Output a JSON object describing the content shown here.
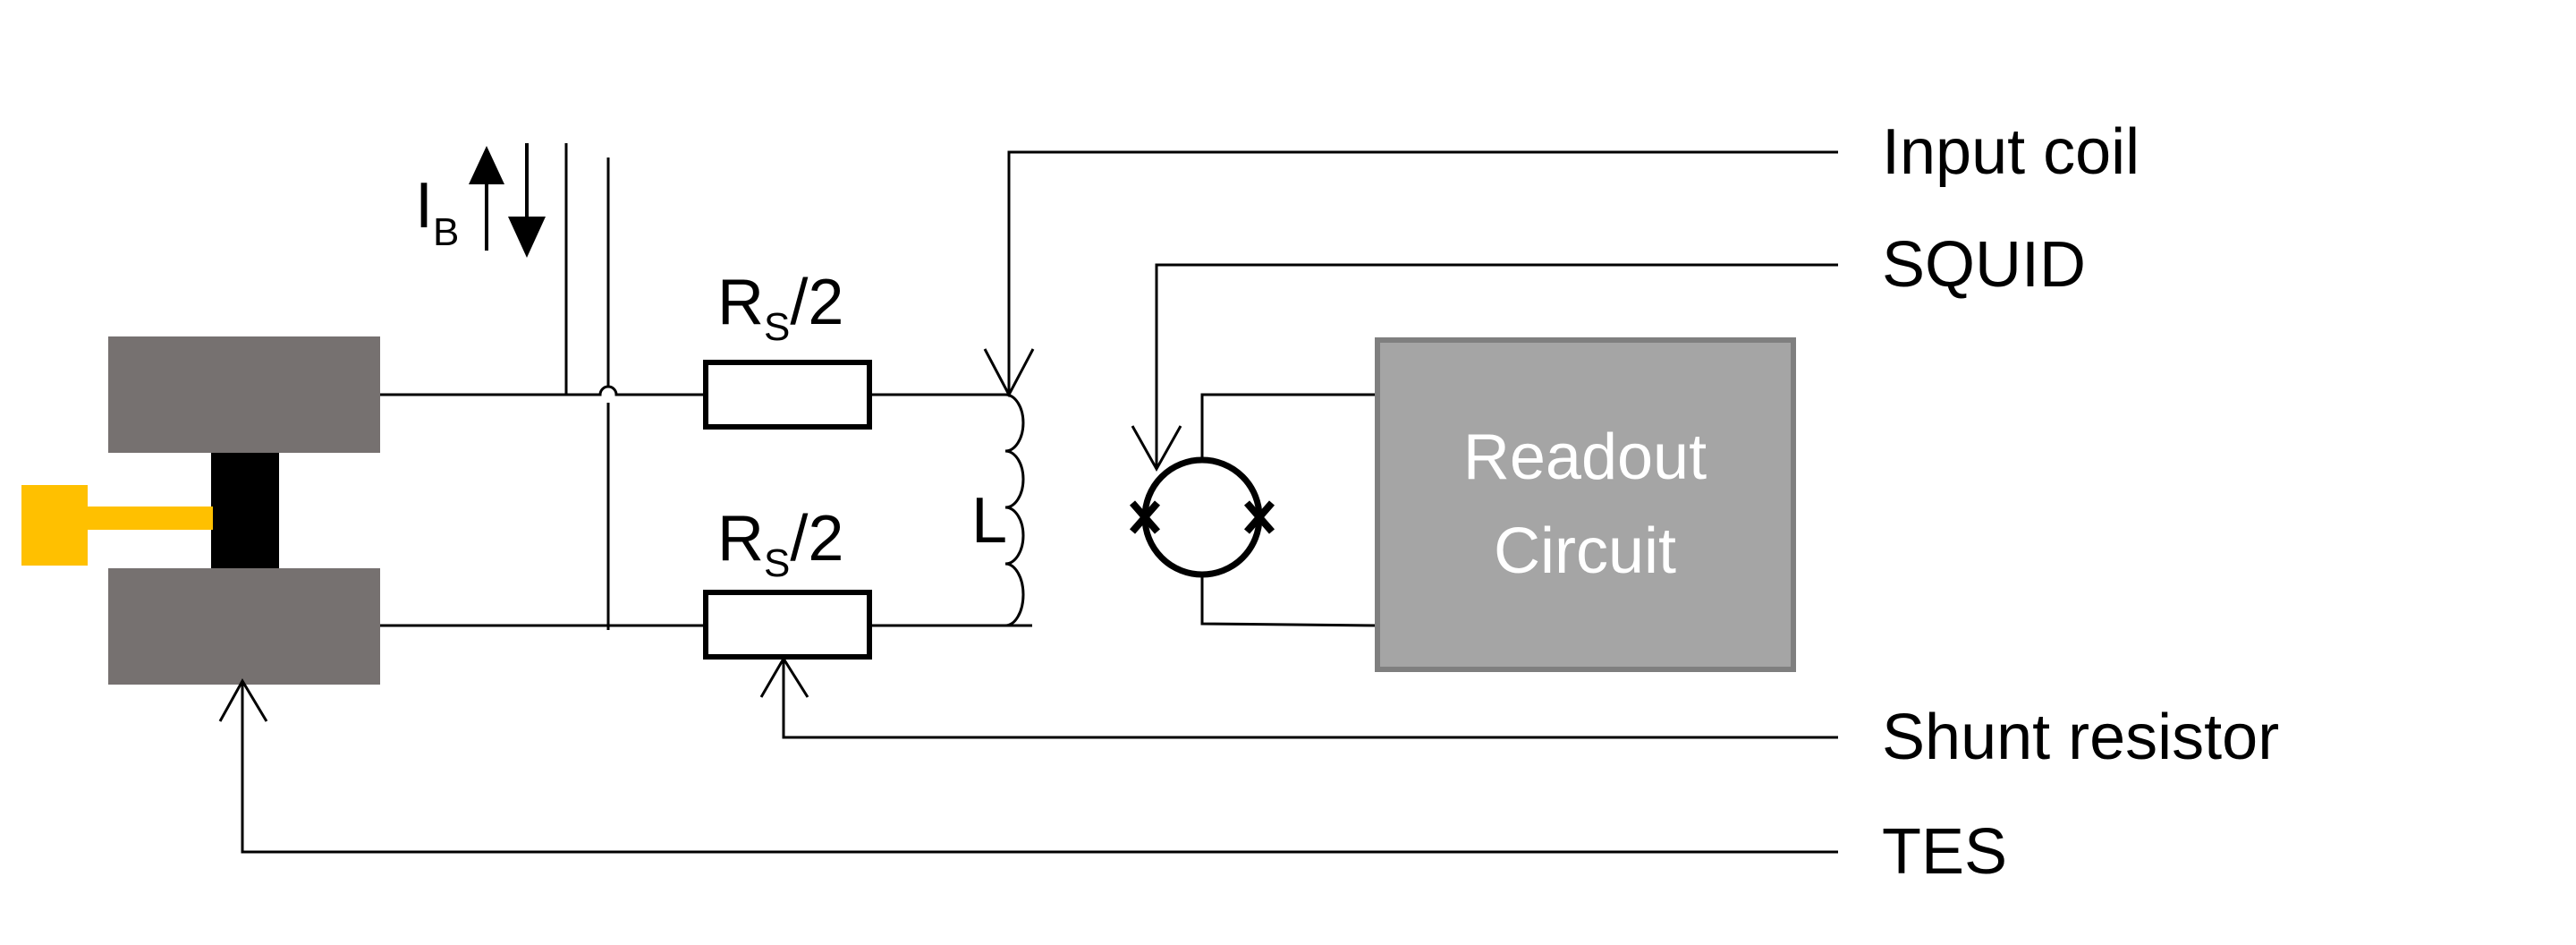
{
  "bias_current": {
    "main": "I",
    "sub": "B"
  },
  "shunt_top": {
    "main": "R",
    "sub": "S",
    "rest": "/2"
  },
  "shunt_bottom": {
    "main": "R",
    "sub": "S",
    "rest": "/2"
  },
  "inductor_label": "L",
  "readout": {
    "line1": "Readout",
    "line2": "Circuit"
  },
  "callouts": {
    "input_coil": "Input coil",
    "squid": "SQUID",
    "shunt_resistor": "Shunt resistor",
    "tes": "TES"
  },
  "colors": {
    "tes_block": "#767170",
    "absorber": "#ffc000",
    "readout_fill": "#a5a5a5",
    "readout_border": "#7f7f7f"
  }
}
